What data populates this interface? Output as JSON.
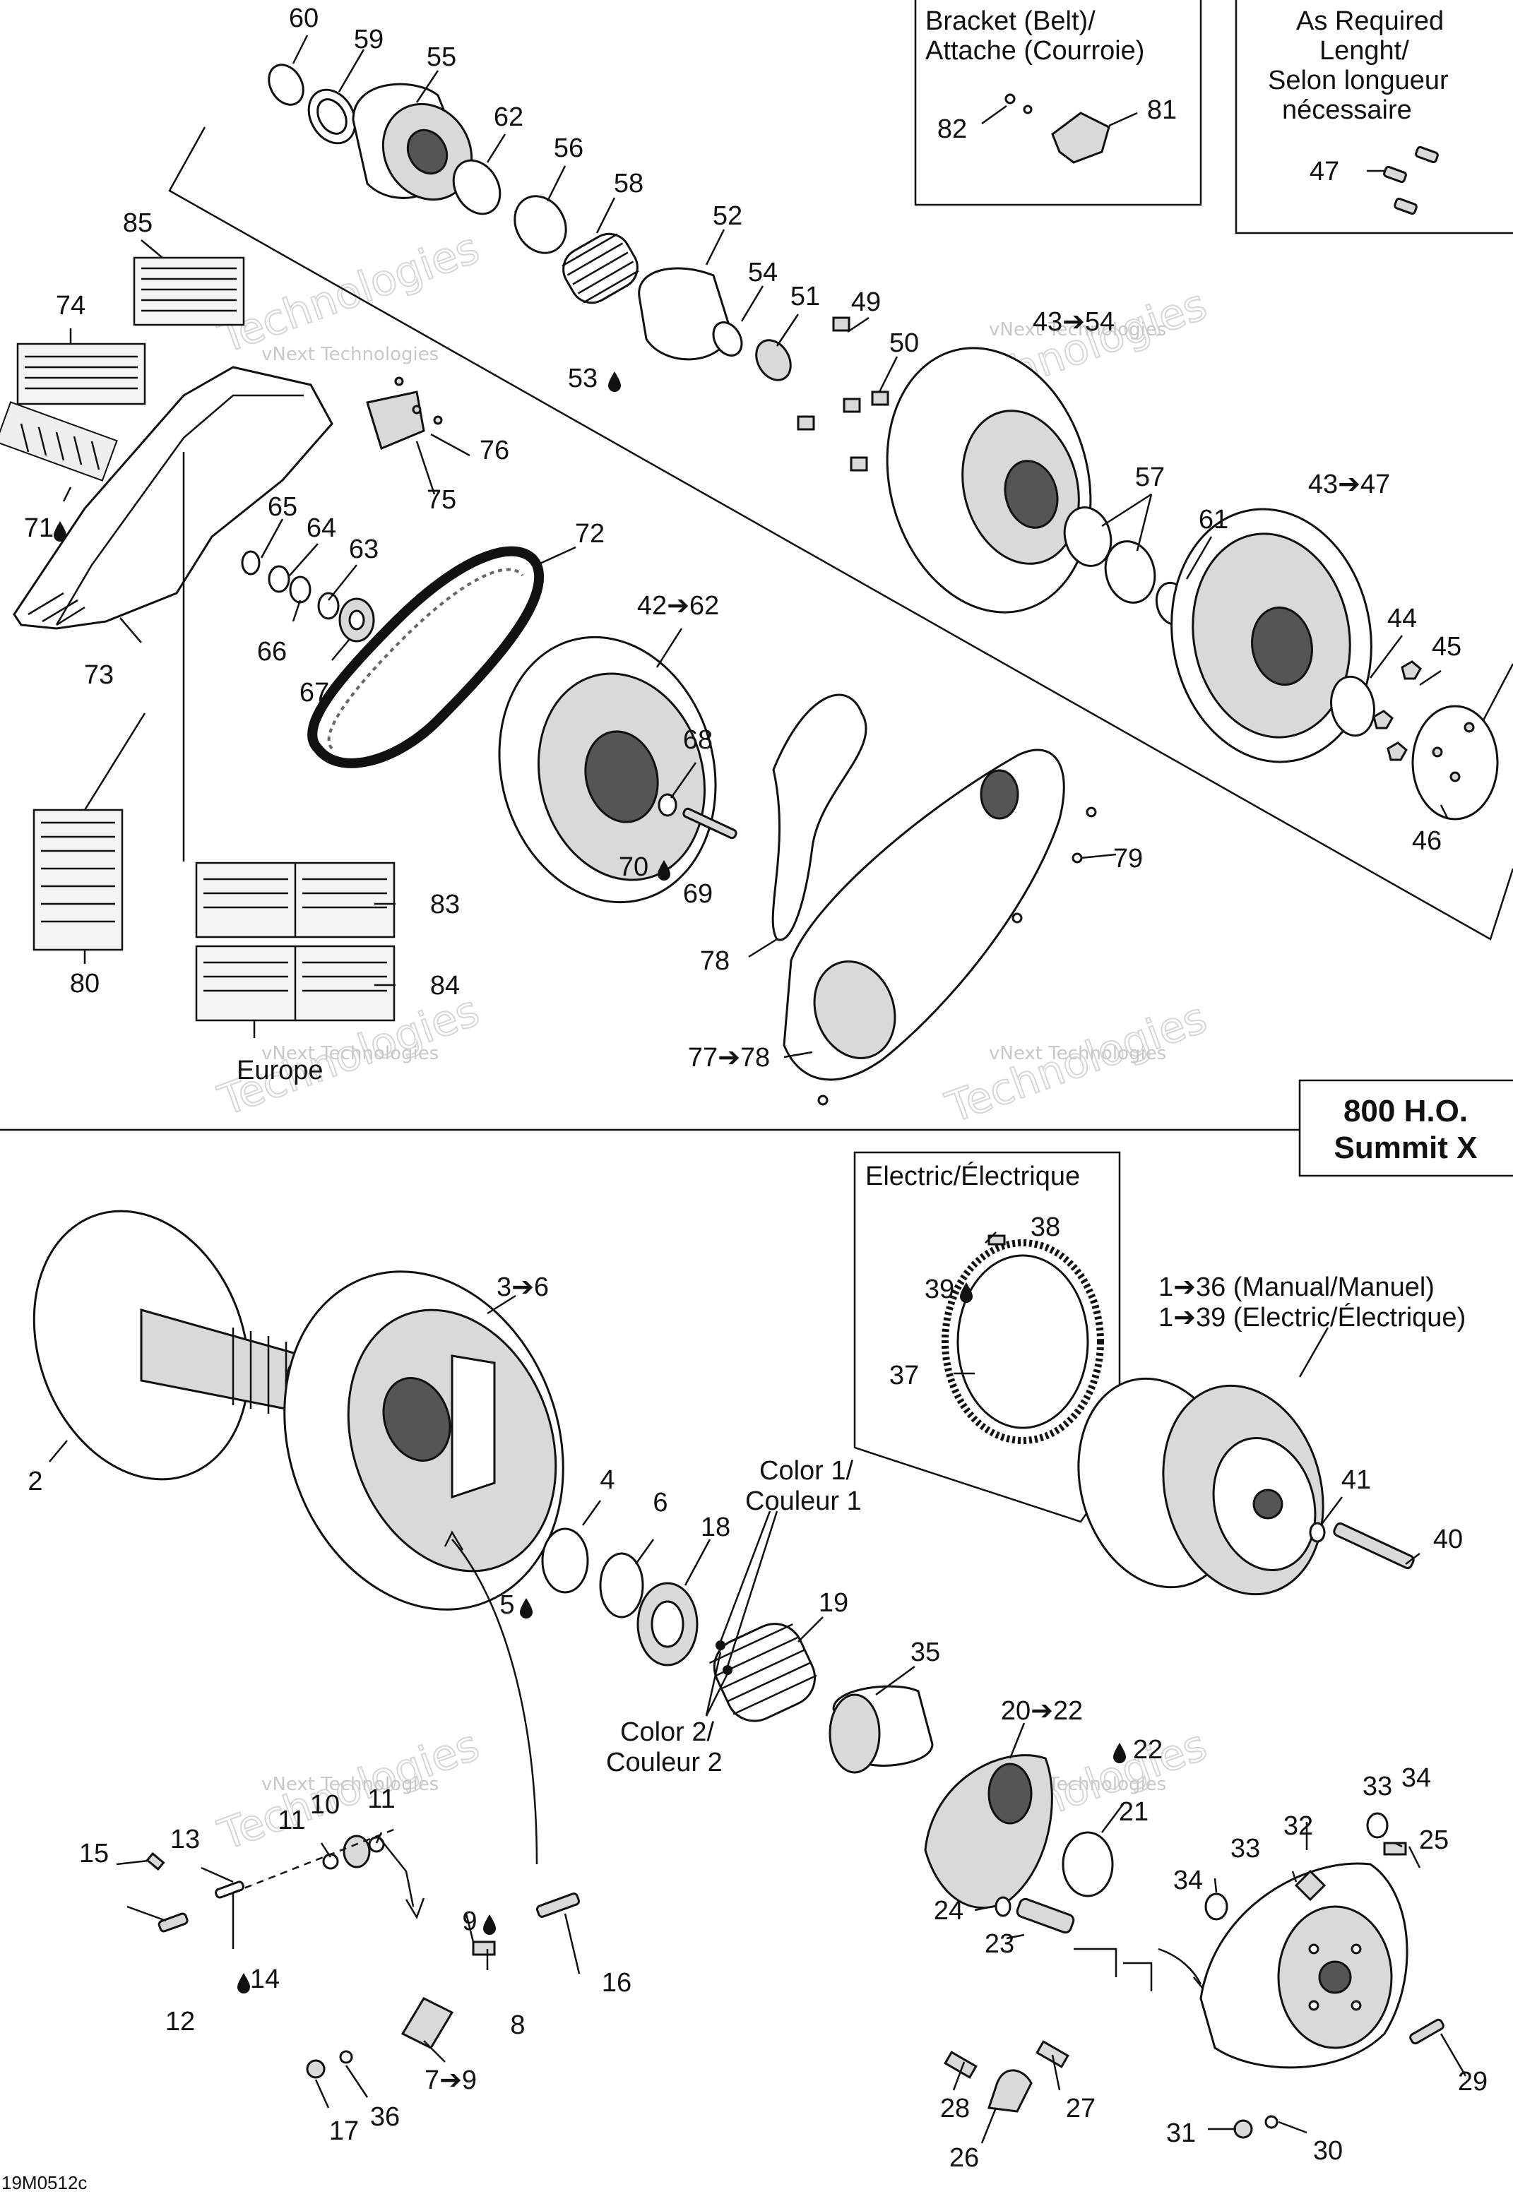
{
  "drawing_code": "19M0512c",
  "model_box": {
    "line1": "800 H.O.",
    "line2": "Summit X"
  },
  "boxes": {
    "bracket_belt": {
      "line1": "Bracket (Belt)/",
      "line2": "Attache (Courroie)"
    },
    "as_required": {
      "line1": "As Required",
      "line2": "Lenght/",
      "line3": "Selon longueur",
      "line4": "nécessaire"
    },
    "electric": {
      "title": "Electric/Électrique"
    }
  },
  "texts": {
    "europe": "Europe",
    "manual_range": "1➔36 (Manual/Manuel)",
    "electric_range": "1➔39 (Electric/Électrique)",
    "color1_l1": "Color 1/",
    "color1_l2": "Couleur 1",
    "color2_l1": "Color 2/",
    "color2_l2": "Couleur 2"
  },
  "watermark": {
    "small": "vNext Technologies",
    "big": "Technologies"
  },
  "callouts_top": {
    "c60": "60",
    "c59": "59",
    "c55": "55",
    "c62": "62",
    "c56": "56",
    "c58": "58",
    "c52": "52",
    "c54": "54",
    "c51": "51",
    "c49": "49",
    "c50": "50",
    "c53": "53",
    "c85": "85",
    "c74": "74",
    "c76": "76",
    "c75": "75",
    "c71": "71",
    "c65": "65",
    "c64": "64",
    "c63": "63",
    "c66": "66",
    "c67": "67",
    "c73": "73",
    "c72": "72",
    "c4262": "42➔62",
    "c68": "68",
    "c70": "70",
    "c69": "69",
    "c4354": "43➔54",
    "c57": "57",
    "c61": "61",
    "c4347": "43➔47",
    "c44": "44",
    "c45": "45",
    "c46": "46",
    "c47": "47",
    "c82": "82",
    "c81": "81",
    "c79": "79",
    "c78": "78",
    "c7778": "77➔78",
    "c83": "83",
    "c84": "84",
    "c80": "80"
  },
  "callouts_bottom": {
    "c2": "2",
    "c36": "3➔6",
    "c4": "4",
    "c6": "6",
    "c5": "5",
    "c18": "18",
    "c19": "19",
    "c35": "35",
    "c2022": "20➔22",
    "c22": "22",
    "c21": "21",
    "c24": "24",
    "c23": "23",
    "c38": "38",
    "c39": "39",
    "c37": "37",
    "c41": "41",
    "c40": "40",
    "c34a": "34",
    "c33a": "33",
    "c32": "32",
    "c25": "25",
    "c33b": "33",
    "c34b": "34",
    "c29": "29",
    "c28": "28",
    "c27": "27",
    "c26": "26",
    "c31": "31",
    "c30": "30",
    "c15": "15",
    "c13": "13",
    "c11a": "11",
    "c10": "10",
    "c11b": "11",
    "c14": "14",
    "c12": "12",
    "c9": "9",
    "c16": "16",
    "c8": "8",
    "c79": "7➔9",
    "c17": "17",
    "c36b": "36"
  }
}
